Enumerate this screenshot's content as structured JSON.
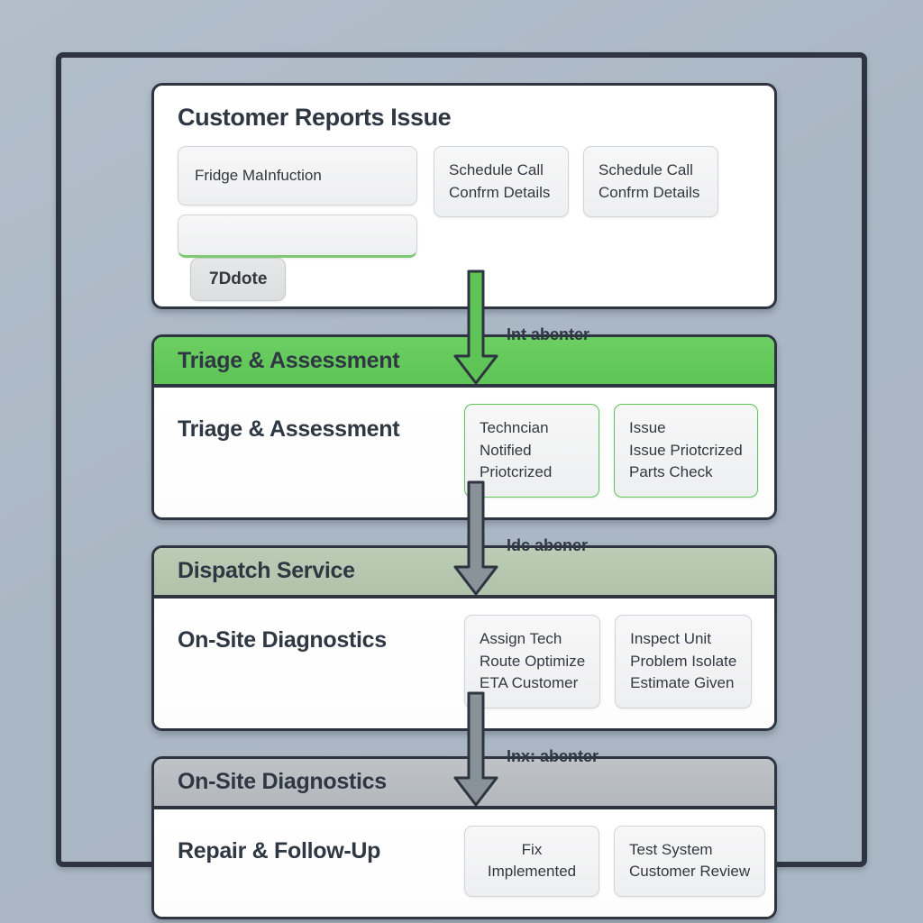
{
  "diagram": {
    "title_visible": false,
    "background_color": "#aab7c4",
    "frame_color": "#2e3440",
    "accent_green": "#5ec455",
    "accent_sage": "#b0c2aa",
    "accent_gray": "#b3b8bd"
  },
  "intake_card": {
    "title": "Customer Reports Issue",
    "field_value": "Fridge MaInfuction",
    "empty_field_value": "",
    "tag": "7Ddote",
    "chips": [
      {
        "lines": [
          "Schedule Call",
          "Confrm Details"
        ]
      },
      {
        "lines": [
          "Schedule Call",
          "Confrm Details"
        ]
      }
    ]
  },
  "stages": [
    {
      "header_title": "Triage & Assessment",
      "header_style": "green",
      "body_title": "Triage & Assessment",
      "chip_border": "green",
      "chips": [
        {
          "lines": [
            "Techncian",
            "Notified",
            "Priotcrized"
          ]
        },
        {
          "lines": [
            "Issue",
            "Issue Priotcrized",
            "Parts Check"
          ]
        }
      ]
    },
    {
      "header_title": "Dispatch Service",
      "header_style": "sage",
      "body_title": "On-Site Diagnostics",
      "chip_border": "gray",
      "chips": [
        {
          "lines": [
            "Assign Tech",
            "Route Optimize",
            "ETA Customer"
          ]
        },
        {
          "lines": [
            "Inspect Unit",
            "Problem Isolate",
            "Estimate Given"
          ]
        }
      ]
    },
    {
      "header_title": "On-Site Diagnostics",
      "header_style": "gray",
      "body_title": "Repair & Follow-Up",
      "chip_border": "gray",
      "chips": [
        {
          "lines": [
            "Fix",
            "Implemented"
          ],
          "center": true
        },
        {
          "lines": [
            "Test System",
            "Customer Review"
          ]
        }
      ]
    }
  ],
  "connectors": [
    {
      "label": "Int abenter",
      "shaft_color": "#5ec455"
    },
    {
      "label": "Idc abener",
      "shaft_color": "#8a9299"
    },
    {
      "label": "Inx: abenter",
      "shaft_color": "#8a9299"
    }
  ]
}
